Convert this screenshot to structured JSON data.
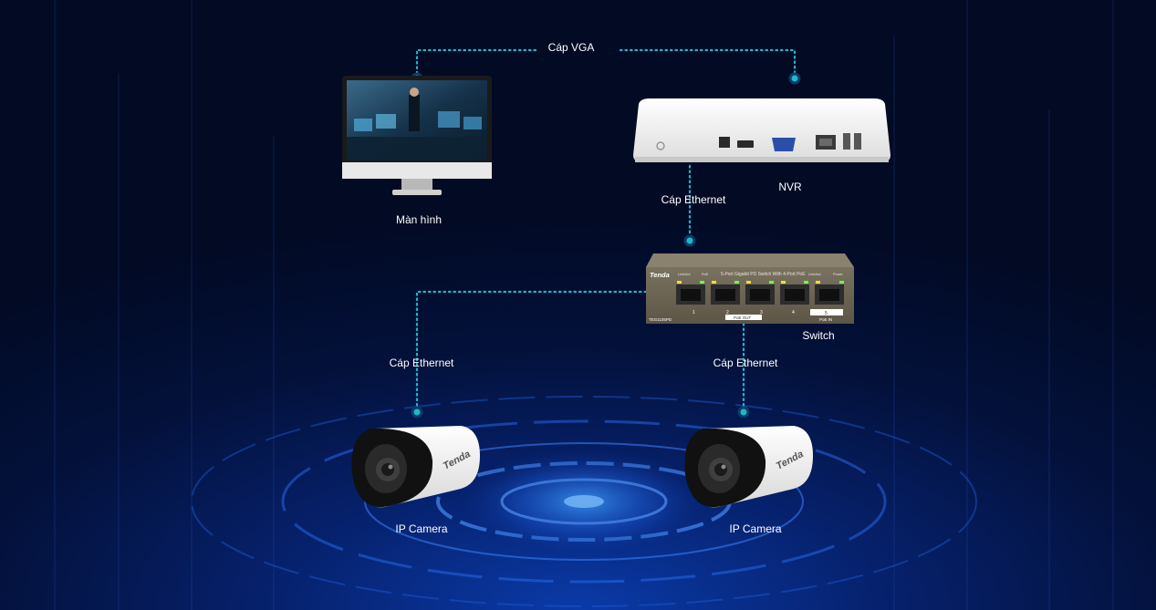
{
  "labels": {
    "vga_cable": "Cáp VGA",
    "monitor": "Màn hình",
    "nvr": "NVR",
    "ethernet_nvr_switch": "Cáp Ethernet",
    "switch": "Switch",
    "ethernet_left": "Cáp Ethernet",
    "ethernet_right": "Cáp Ethernet",
    "camera_left": "IP Camera",
    "camera_right": "IP Camera"
  },
  "switch_panel": {
    "brand": "Tenda",
    "title": "5-Port Gigabit PD Switch With 4-Port PoE",
    "model": "TEG1105PD",
    "link_act_left": "Link/Act",
    "poe": "PoE",
    "link_act_right": "Link/Act",
    "power": "Power",
    "port_numbers": [
      "1",
      "2",
      "3",
      "4",
      "5"
    ],
    "poe_out": "PoE OUT",
    "poe_in": "PoE IN"
  },
  "camera_brand": "Tenda",
  "colors": {
    "connector": "#1fb8c9",
    "label_text": "#ffffff",
    "switch_body": "#6e6552",
    "device_white": "#f4f4f4"
  },
  "icons": {
    "monitor": "monitor-icon",
    "nvr": "nvr-device-icon",
    "switch": "poe-switch-icon",
    "camera": "bullet-camera-icon"
  }
}
